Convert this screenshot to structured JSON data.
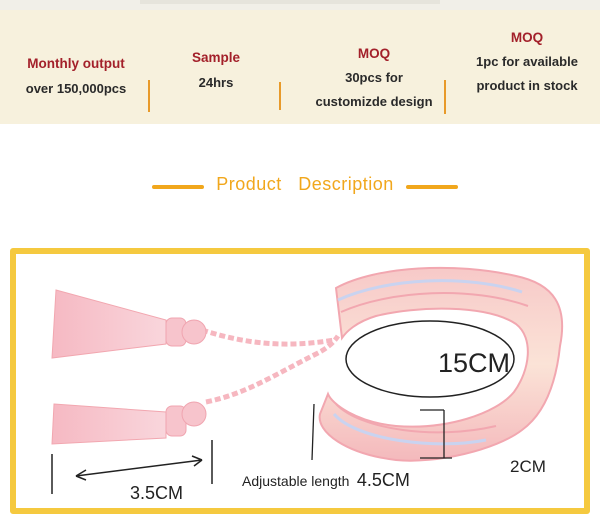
{
  "info_bar": {
    "monthly_output": {
      "heading": "Monthly output",
      "value": "over 150,000pcs"
    },
    "sample": {
      "heading": "Sample",
      "value": "24hrs"
    },
    "moq_custom": {
      "heading": "MOQ",
      "line1": "30pcs for",
      "line2": "customizde design"
    },
    "moq_stock": {
      "heading": "MOQ",
      "line1": "1pc for available",
      "line2": "product in stock"
    }
  },
  "section_title": "Product   Description",
  "product_image": {
    "circumference": "15CM",
    "width": "2CM",
    "tassel_length": "3.5CM",
    "adjustable_label": "Adjustable length",
    "adjustable_value": "4.5CM"
  },
  "colors": {
    "accent_orange": "#f1a71c",
    "heading_red": "#a3202a",
    "banner_bg": "#f7f1dd",
    "frame_yellow": "#f5c93f",
    "bracelet_pink": "#f6c2c6"
  }
}
